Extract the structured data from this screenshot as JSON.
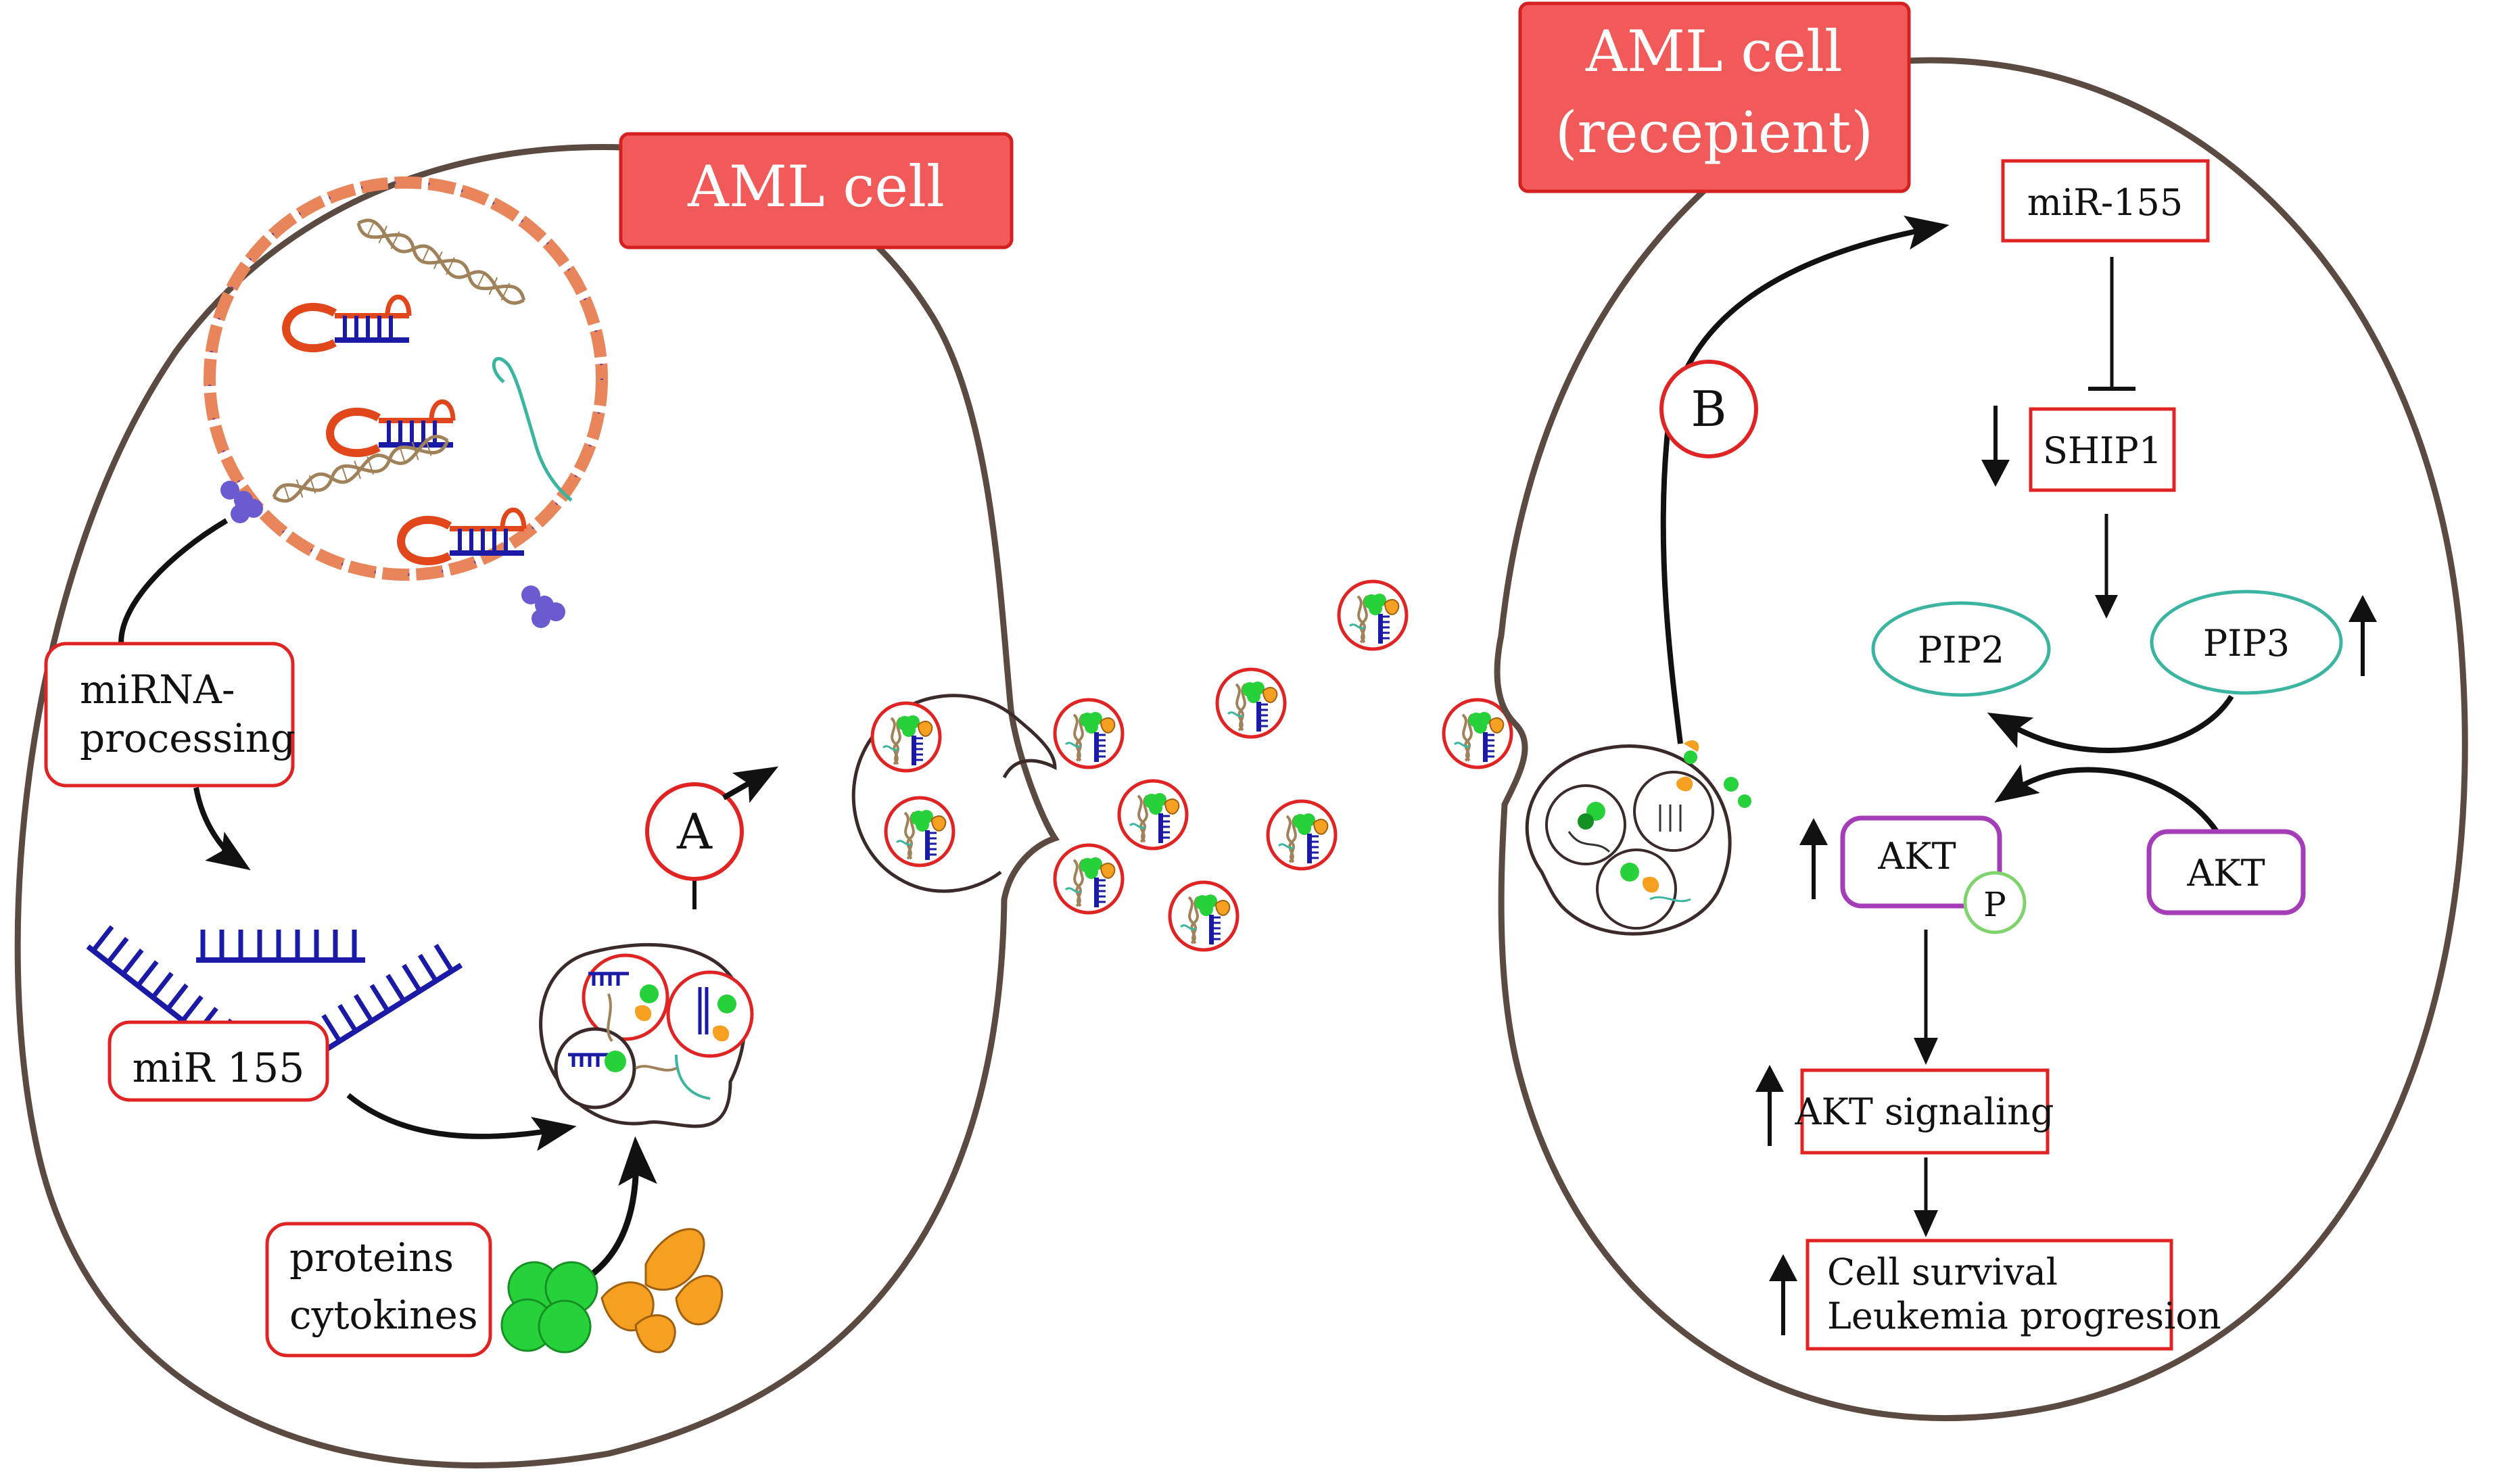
{
  "colors": {
    "cell_outline": "#5a4a42",
    "title_fill": "#f25a5a",
    "title_border": "#d42020",
    "box_border": "#e02424",
    "akt_border": "#a63db8",
    "pip_border": "#3bb5a0",
    "phospho_border": "#7ed36a",
    "nucleus_fill": "#e9855a",
    "nucleus_dot": "#6b3fa0",
    "rna_stem": "#e2471c",
    "rna_blue": "#1a1aa6",
    "dna": "#a0825a",
    "protein_green": "#27d13a",
    "protein_orange": "#f5a020",
    "arrow": "#111111"
  },
  "left_cell": {
    "title": "AML cell",
    "label_A": "A",
    "mirna_processing": [
      "miRNA-",
      "processing"
    ],
    "mir155": "miR 155",
    "proteins": [
      "proteins",
      "cytokines"
    ]
  },
  "right_cell": {
    "title": [
      "AML cell",
      "(recepient)"
    ],
    "label_B": "B",
    "mir155": "miR-155",
    "ship1": "SHIP1",
    "pip2": "PIP2",
    "pip3": "PIP3",
    "akt_left": "AKT",
    "akt_right": "AKT",
    "phospho": "P",
    "akt_signaling": "AKT signaling",
    "outcome": [
      "Cell survival",
      "Leukemia progresion"
    ]
  },
  "icons": {
    "up_arrow": "up-arrow-icon",
    "down_arrow": "down-arrow-icon",
    "exosome": "exosome-icon",
    "hairpin": "pre-mirna-hairpin-icon",
    "dna": "dna-helix-icon",
    "comb": "mature-mirna-icon"
  }
}
